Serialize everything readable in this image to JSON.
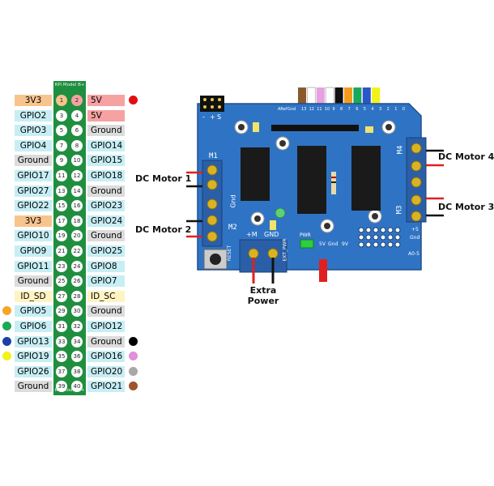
{
  "header": {
    "title": "RPi Model B+",
    "footer": "RPi Model B+"
  },
  "colors": {
    "board_blue": "#2f74c4",
    "board_dark": "#1f4f8f",
    "gpio_green": "#1f8f3f",
    "terminal_yellow": "#d9b323",
    "wire_red": "#e02020"
  },
  "rpi_pins": [
    {
      "left": {
        "label": "3V3",
        "num": "1",
        "color": "#f7c48e"
      },
      "right": {
        "label": "5V",
        "num": "2",
        "color": "#f6a2a2"
      },
      "left_dot": null,
      "right_dot": "#e01010"
    },
    {
      "left": {
        "label": "GPIO2",
        "num": "3",
        "color": "#c7eef5"
      },
      "right": {
        "label": "5V",
        "num": "4",
        "color": "#f6a2a2"
      },
      "left_dot": null,
      "right_dot": null
    },
    {
      "left": {
        "label": "GPIO3",
        "num": "5",
        "color": "#c7eef5"
      },
      "right": {
        "label": "Ground",
        "num": "6",
        "color": "#dcdcdc"
      },
      "left_dot": null,
      "right_dot": null
    },
    {
      "left": {
        "label": "GPIO4",
        "num": "7",
        "color": "#c7eef5"
      },
      "right": {
        "label": "GPIO14",
        "num": "8",
        "color": "#c7eef5"
      },
      "left_dot": null,
      "right_dot": null
    },
    {
      "left": {
        "label": "Ground",
        "num": "9",
        "color": "#dcdcdc"
      },
      "right": {
        "label": "GPIO15",
        "num": "10",
        "color": "#c7eef5"
      },
      "left_dot": null,
      "right_dot": null
    },
    {
      "left": {
        "label": "GPIO17",
        "num": "11",
        "color": "#c7eef5"
      },
      "right": {
        "label": "GPIO18",
        "num": "12",
        "color": "#c7eef5"
      },
      "left_dot": null,
      "right_dot": null
    },
    {
      "left": {
        "label": "GPIO27",
        "num": "13",
        "color": "#c7eef5"
      },
      "right": {
        "label": "Ground",
        "num": "14",
        "color": "#dcdcdc"
      },
      "left_dot": null,
      "right_dot": null
    },
    {
      "left": {
        "label": "GPIO22",
        "num": "15",
        "color": "#c7eef5"
      },
      "right": {
        "label": "GPIO23",
        "num": "16",
        "color": "#c7eef5"
      },
      "left_dot": null,
      "right_dot": null
    },
    {
      "left": {
        "label": "3V3",
        "num": "17",
        "color": "#f7c48e"
      },
      "right": {
        "label": "GPIO24",
        "num": "18",
        "color": "#c7eef5"
      },
      "left_dot": null,
      "right_dot": null
    },
    {
      "left": {
        "label": "GPIO10",
        "num": "19",
        "color": "#c7eef5"
      },
      "right": {
        "label": "Ground",
        "num": "20",
        "color": "#dcdcdc"
      },
      "left_dot": null,
      "right_dot": null
    },
    {
      "left": {
        "label": "GPIO9",
        "num": "21",
        "color": "#c7eef5"
      },
      "right": {
        "label": "GPIO25",
        "num": "22",
        "color": "#c7eef5"
      },
      "left_dot": null,
      "right_dot": null
    },
    {
      "left": {
        "label": "GPIO11",
        "num": "23",
        "color": "#c7eef5"
      },
      "right": {
        "label": "GPIO8",
        "num": "24",
        "color": "#c7eef5"
      },
      "left_dot": null,
      "right_dot": null
    },
    {
      "left": {
        "label": "Ground",
        "num": "25",
        "color": "#dcdcdc"
      },
      "right": {
        "label": "GPIO7",
        "num": "26",
        "color": "#c7eef5"
      },
      "left_dot": null,
      "right_dot": null
    },
    {
      "left": {
        "label": "ID_SD",
        "num": "27",
        "color": "#fff3c2"
      },
      "right": {
        "label": "ID_SC",
        "num": "28",
        "color": "#fff3c2"
      },
      "left_dot": null,
      "right_dot": null
    },
    {
      "left": {
        "label": "GPIO5",
        "num": "29",
        "color": "#c7eef5"
      },
      "right": {
        "label": "Ground",
        "num": "30",
        "color": "#dcdcdc"
      },
      "left_dot": "#f5a623",
      "right_dot": null
    },
    {
      "left": {
        "label": "GPIO6",
        "num": "31",
        "color": "#c7eef5"
      },
      "right": {
        "label": "GPIO12",
        "num": "32",
        "color": "#c7eef5"
      },
      "left_dot": "#1aa85a",
      "right_dot": null
    },
    {
      "left": {
        "label": "GPIO13",
        "num": "33",
        "color": "#c7eef5"
      },
      "right": {
        "label": "Ground",
        "num": "34",
        "color": "#dcdcdc"
      },
      "left_dot": "#1c3fa8",
      "right_dot": "#000000"
    },
    {
      "left": {
        "label": "GPIO19",
        "num": "35",
        "color": "#c7eef5"
      },
      "right": {
        "label": "GPIO16",
        "num": "36",
        "color": "#c7eef5"
      },
      "left_dot": "#f2f21a",
      "right_dot": "#e08fd8"
    },
    {
      "left": {
        "label": "GPIO26",
        "num": "37",
        "color": "#c7eef5"
      },
      "right": {
        "label": "GPIO20",
        "num": "38",
        "color": "#c7eef5"
      },
      "left_dot": null,
      "right_dot": "#a8a8a8"
    },
    {
      "left": {
        "label": "Ground",
        "num": "39",
        "color": "#dcdcdc"
      },
      "right": {
        "label": "GPIO21",
        "num": "40",
        "color": "#c7eef5"
      },
      "left_dot": null,
      "right_dot": "#a0522d"
    }
  ],
  "shield": {
    "labels": {
      "m1": "M1",
      "m2": "M2",
      "m3": "M3",
      "m4": "M4",
      "gnd": "Gnd",
      "reset": "RESET",
      "plus_m": "+M",
      "gnd2": "GND",
      "ext_pwr": "EXT_PWR",
      "pwr": "PWR",
      "v5": "5V",
      "gnd3": "Gnd",
      "v9": "9V",
      "plus5": "+5",
      "gnd4": "Gnd",
      "a05": "A0-5",
      "aref": "ARef",
      "gnd5": "Gnd",
      "pin_numbers": [
        "13",
        "12",
        "11",
        "10",
        "9",
        "8",
        "7",
        "6",
        "5",
        "4",
        "3",
        "2",
        "1",
        "0"
      ],
      "minus": "-",
      "plus": "+",
      "s": "S"
    },
    "wire_colors": [
      "#8b5a2b",
      "#ffffff",
      "#e8a0e0",
      "#ffffff",
      "#111111",
      "#f59a1a",
      "#1aa85a",
      "#2b56c8",
      "#f2f21a"
    ]
  },
  "annotations": {
    "dc_motor_1": "DC Motor 1",
    "dc_motor_2": "DC Motor 2",
    "dc_motor_3": "DC Motor 3",
    "dc_motor_4": "DC Motor 4",
    "extra_power": "Extra\nPower"
  }
}
